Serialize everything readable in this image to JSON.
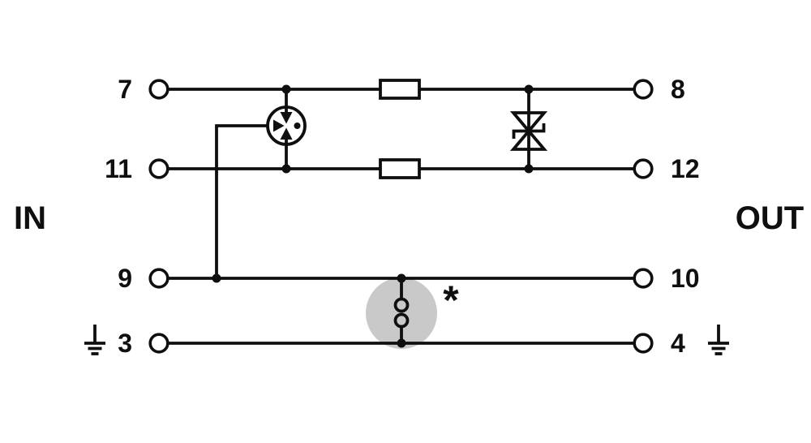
{
  "side": {
    "in": "IN",
    "out": "OUT"
  },
  "terminals": {
    "t7": "7",
    "t11": "11",
    "t9": "9",
    "t3": "3",
    "t8": "8",
    "t12": "12",
    "t10": "10",
    "t4": "4"
  },
  "note": {
    "asterisk": "*"
  },
  "colors": {
    "line": "#0f0f0f",
    "highlight": "#c9c9c9",
    "background": "#ffffff"
  },
  "components": {
    "arrester": "gas-discharge-tube-icon",
    "resistor_top": "resistor-icon",
    "resistor_bottom": "resistor-icon",
    "diode": "bidirectional-suppressor-diode-icon",
    "spark_gap": "isolating-spark-gap-icon",
    "ground_left": "earth-ground-icon",
    "ground_right": "earth-ground-icon"
  }
}
